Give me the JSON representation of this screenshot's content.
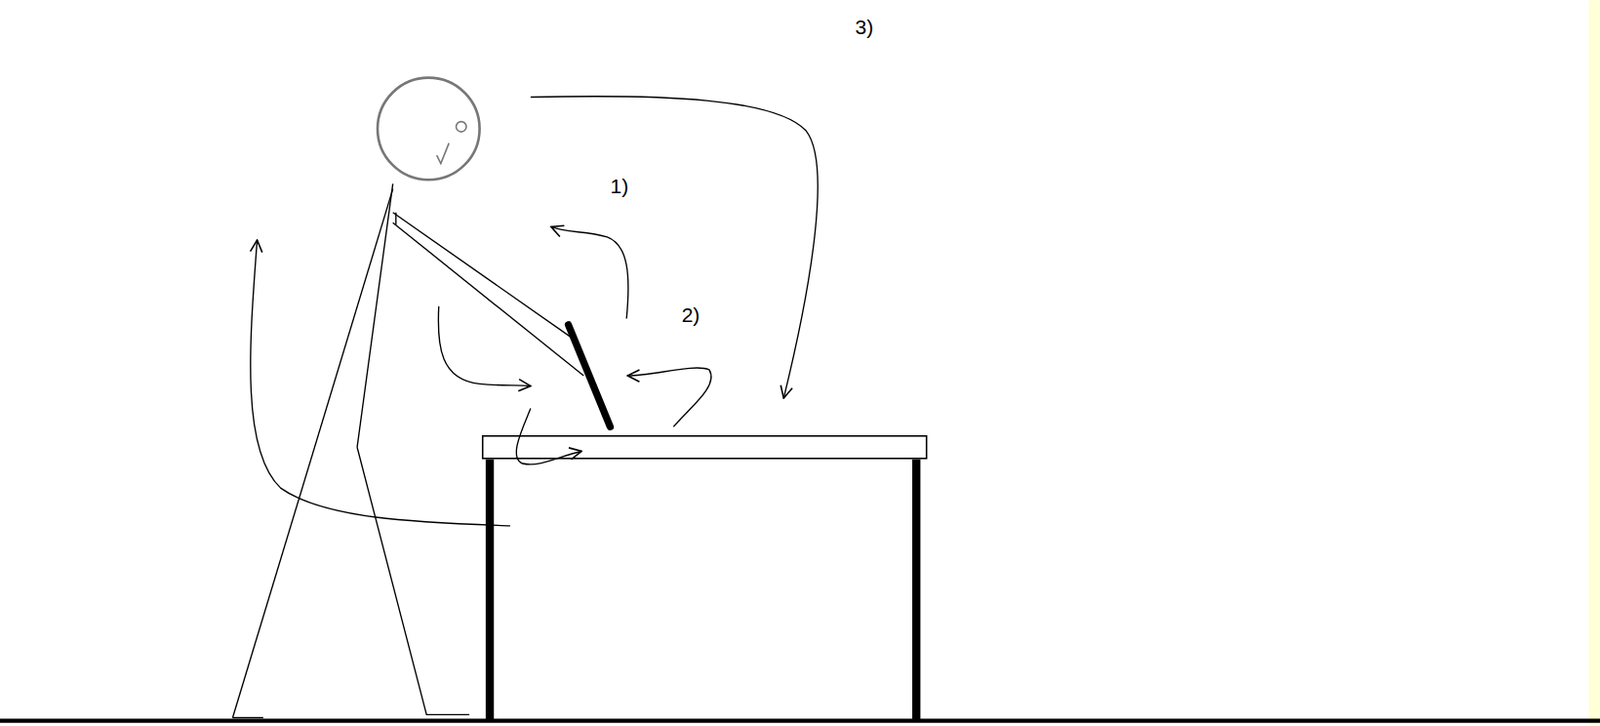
{
  "diagram": {
    "labels": [
      "3)",
      "1)",
      "2)"
    ]
  }
}
